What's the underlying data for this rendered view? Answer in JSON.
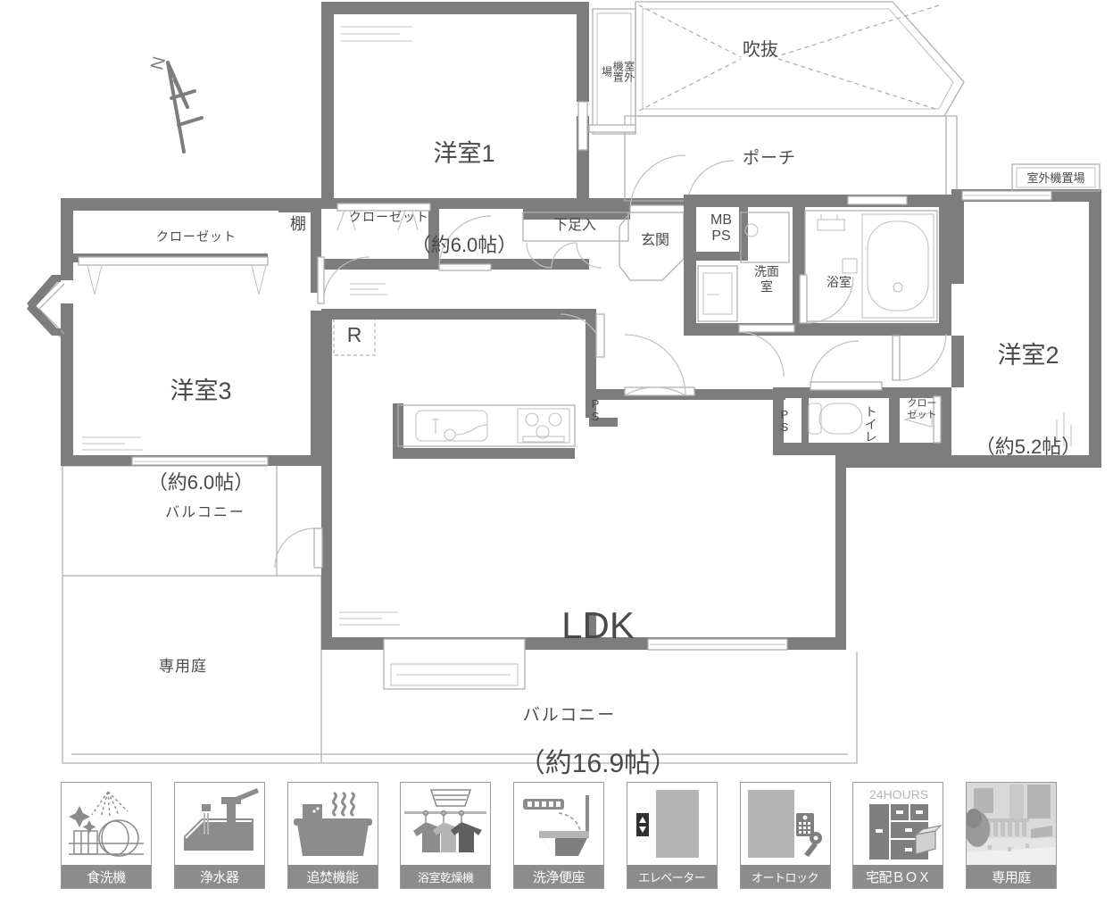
{
  "plan": {
    "compass": {
      "label": "N",
      "name": "north-arrow"
    },
    "rooms": [
      {
        "id": "youshitsu1",
        "name": "洋室1",
        "size": "（約6.0帖）"
      },
      {
        "id": "youshitsu2",
        "name": "洋室2",
        "size": "（約5.2帖）"
      },
      {
        "id": "youshitsu3",
        "name": "洋室3",
        "size": "（約6.0帖）"
      },
      {
        "id": "ldk",
        "name": "LDK",
        "size": "（約16.9帖）"
      }
    ],
    "labels": {
      "closet_y1": "クローゼット",
      "closet_y3": "クローゼット",
      "closet_y2": "クロー\nゼット",
      "tana": "棚",
      "shitsugaiki_1": "室外\n機置\n場",
      "shitsugaiki_2": "室外機置場",
      "fukinuke": "吹抜",
      "porch": "ポーチ",
      "getabako": "下足入",
      "genkan": "玄関",
      "mbps": "MB\nPS",
      "senmenshitsu": "洗面\n室",
      "yokushitsu": "浴室",
      "toilet": "トイレ",
      "ps_kitchen": "PS",
      "ps_toilet": "PS",
      "refrigerator": "R",
      "balcony_left": "バルコニー",
      "balcony_bottom": "バルコニー",
      "senyouniwa": "専用庭"
    },
    "colors": {
      "wall": "#7d7d7d",
      "thin_line": "#b0b0b0",
      "text": "#4a4a4a",
      "caption_bg": "#8c8c8c",
      "icon_dark": "#7f7f7f",
      "icon_light": "#b5b5b5"
    }
  },
  "amenities": [
    {
      "label": "食洗機",
      "icon": "dishwasher-icon"
    },
    {
      "label": "浄水器",
      "icon": "water-purifier-icon"
    },
    {
      "label": "追焚機能",
      "icon": "bath-reheat-icon"
    },
    {
      "label": "浴室乾燥機",
      "icon": "bathroom-dryer-icon"
    },
    {
      "label": "洗浄便座",
      "icon": "washlet-icon"
    },
    {
      "label": "エレベーター",
      "icon": "elevator-icon"
    },
    {
      "label": "オートロック",
      "icon": "auto-lock-icon"
    },
    {
      "label": "宅配ＢＯＸ",
      "icon": "delivery-box-icon"
    },
    {
      "label": "専用庭",
      "icon": "private-garden-icon"
    }
  ],
  "amenity_extra": {
    "hours_badge": "24HOURS"
  }
}
